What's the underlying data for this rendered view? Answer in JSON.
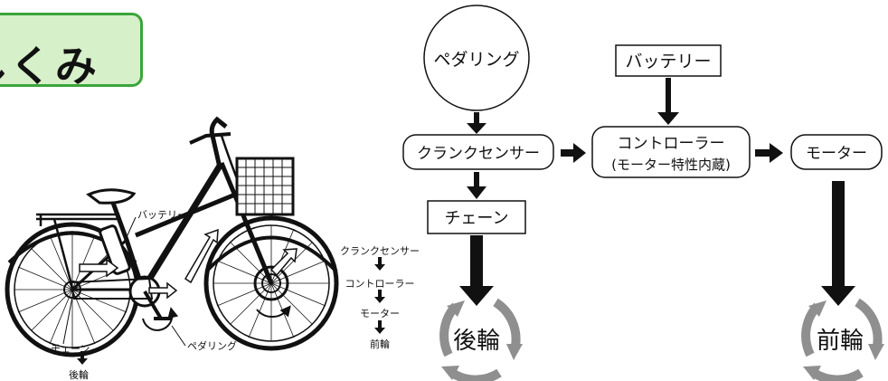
{
  "title": "しくみ",
  "bike_labels": {
    "battery": "バッテリー",
    "chain": "チェーン",
    "rear_wheel": "後輪",
    "pedaling": "ペダリング"
  },
  "mini_flow": [
    "クランクセンサー",
    "コントローラー",
    "モーター",
    "前輪"
  ],
  "flow": {
    "pedaling": "ペダリング",
    "battery": "バッテリー",
    "crank_sensor": "クランクセンサー",
    "controller_line1": "コントローラー",
    "controller_line2": "(モーター特性内蔵)",
    "motor": "モーター",
    "chain": "チェーン",
    "rear_wheel": "後輪",
    "front_wheel": "前輪"
  },
  "colors": {
    "title_fill": "#d6f0c9",
    "title_border": "#3aa53a",
    "cycle_arrow": "#8f8f8f",
    "ink": "#111111"
  }
}
